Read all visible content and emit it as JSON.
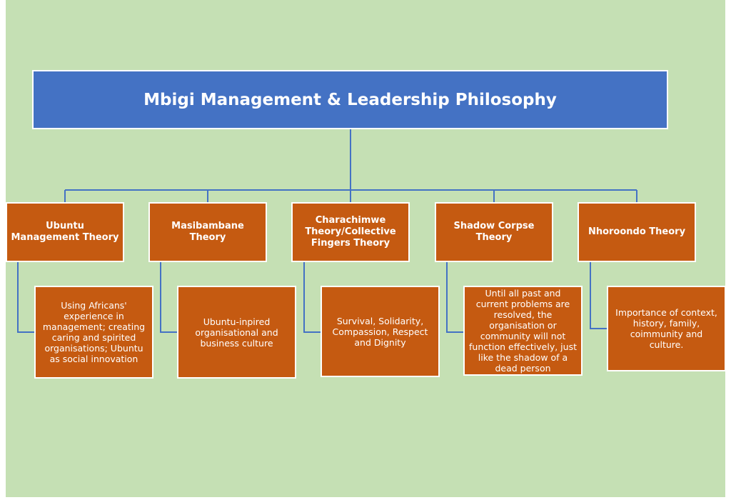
{
  "title": "Mbigi Management & Leadership Philosophy",
  "theories": [
    {
      "name": "Ubuntu Management Theory",
      "description": "Using Africans' experience in management; creating caring and spirited organisations; Ubuntu as social innovation"
    },
    {
      "name": "Masibambane Theory",
      "description": "Ubuntu-inpired organisational and business culture"
    },
    {
      "name": "Charachimwe Theory/Collective Fingers Theory",
      "description": "Survival, Solidarity, Compassion, Respect and Dignity"
    },
    {
      "name": "Shadow Corpse Theory",
      "description": "Until all past and current problems are resolved, the organisation or community will not function effectively, just like  the shadow of a dead person"
    },
    {
      "name": "Nhoroondo Theory",
      "description": "Importance of context, history, family, coimmunity and culture."
    }
  ],
  "colors": {
    "background": "#c5e0b4",
    "title_box": "#4472c4",
    "theory_box": "#c55a11",
    "connector": "#4472c4"
  }
}
